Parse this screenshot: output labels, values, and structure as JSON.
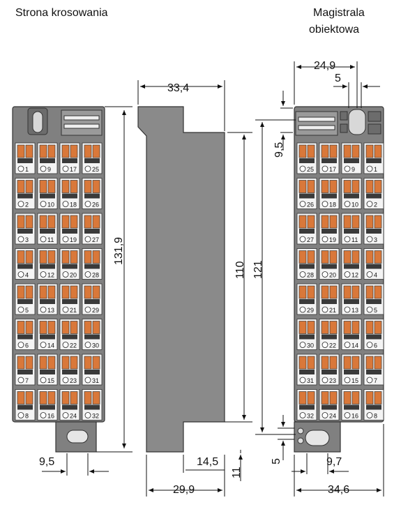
{
  "titles": {
    "left": "Strona krosowania",
    "right_line1": "Magistrala",
    "right_line2": "obiektowa"
  },
  "dimensions": {
    "left_height": "131,9",
    "left_bottom": "9,5",
    "side_top": "33,4",
    "side_bottom": "29,9",
    "side_notch": "14,5",
    "side_notch_height": "11",
    "mid_110": "110",
    "mid_121": "121",
    "right_top": "24,9",
    "right_small_top": "5",
    "right_9_5": "9,5",
    "right_5_bottom": "5",
    "right_9_7": "9,7",
    "right_bottom": "34,6"
  },
  "left_terminals": [
    "1",
    "9",
    "17",
    "25",
    "2",
    "10",
    "18",
    "26",
    "3",
    "11",
    "19",
    "27",
    "4",
    "12",
    "20",
    "28",
    "5",
    "13",
    "21",
    "29",
    "6",
    "14",
    "22",
    "30",
    "7",
    "15",
    "23",
    "31",
    "8",
    "16",
    "24",
    "32"
  ],
  "right_terminals": [
    "25",
    "17",
    "9",
    "1",
    "26",
    "18",
    "10",
    "2",
    "27",
    "19",
    "11",
    "3",
    "28",
    "20",
    "12",
    "4",
    "29",
    "21",
    "13",
    "5",
    "30",
    "22",
    "14",
    "6",
    "31",
    "23",
    "15",
    "7",
    "32",
    "24",
    "16",
    "8"
  ],
  "colors": {
    "housing": "#7a7a7a",
    "housing_light": "#9a9a9a",
    "terminal_orange": "#d9783a",
    "terminal_dark": "#3a3a3a",
    "side_profile": "#8c8c8c"
  }
}
